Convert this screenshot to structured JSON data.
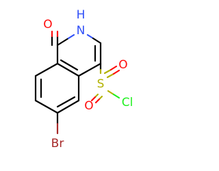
{
  "molecule": {
    "atoms": {
      "oxygen_carbonyl": {
        "label": "O",
        "color": "#ff0d0d"
      },
      "nitrogen": {
        "label": "N",
        "color": "#3050f8"
      },
      "hydrogen_on_n": {
        "label": "H",
        "color": "#3050f8"
      },
      "sulfur": {
        "label": "S",
        "color": "#b2b200"
      },
      "oxygen_sulfonyl_top": {
        "label": "O",
        "color": "#ff0d0d"
      },
      "oxygen_sulfonyl_bottom": {
        "label": "O",
        "color": "#ff0d0d"
      },
      "chlorine": {
        "label": "Cl",
        "color": "#1ff01f"
      },
      "bromine": {
        "label": "Br",
        "color": "#a62929"
      }
    },
    "bond_color": "#000000"
  }
}
